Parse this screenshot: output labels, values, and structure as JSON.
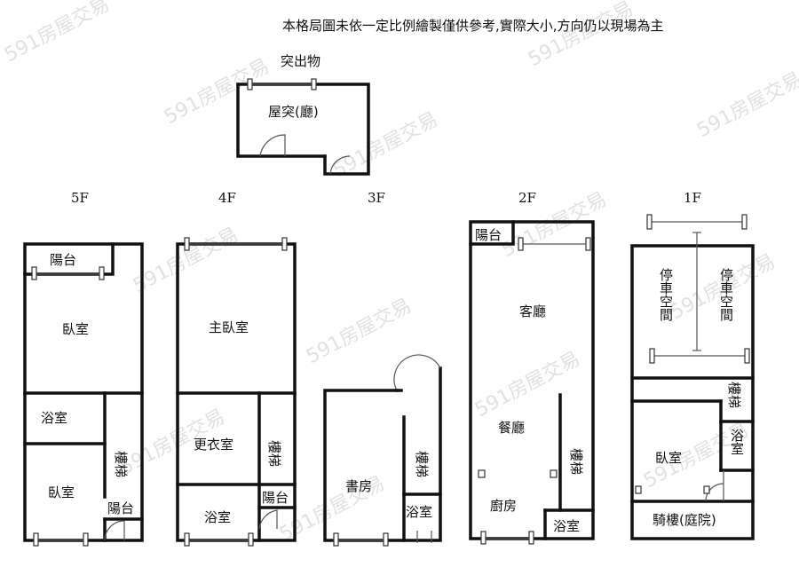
{
  "notes": {
    "disclaimer": "本格局圖未依一定比例繪製僅供參考,實際大小,方向仍以現場為主",
    "rooftop_caption": "突出物"
  },
  "rooftop": {
    "room": "屋突(廳)"
  },
  "floors": {
    "f5": {
      "label": "5F",
      "balcony_top": "陽台",
      "bedroom_1": "臥室",
      "bathroom": "浴室",
      "bedroom_2": "臥室",
      "stairs": "樓梯",
      "balcony_bottom": "陽台"
    },
    "f4": {
      "label": "4F",
      "master_bedroom": "主臥室",
      "dressing_room": "更衣室",
      "stairs": "樓梯",
      "bathroom": "浴室",
      "balcony": "陽台"
    },
    "f3": {
      "label": "3F",
      "study": "書房",
      "stairs": "樓梯",
      "bathroom": "浴室"
    },
    "f2": {
      "label": "2F",
      "balcony": "陽台",
      "living_room": "客廳",
      "dining_room": "餐廳",
      "kitchen": "廚房",
      "stairs": "樓梯",
      "bathroom": "浴室"
    },
    "f1": {
      "label": "1F",
      "parking_1": "停車空間",
      "parking_2": "停車空間",
      "stairs": "樓梯",
      "bedroom": "臥室",
      "bathroom": "浴室",
      "arcade": "騎樓(庭院)"
    }
  },
  "watermark": "591房屋交易"
}
